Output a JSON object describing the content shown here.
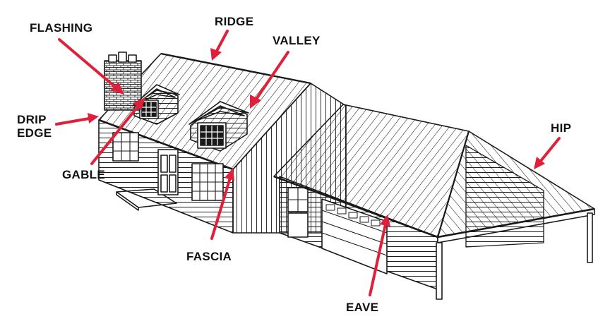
{
  "labels": {
    "flashing": "FLASHING",
    "ridge": "RIDGE",
    "valley": "VALLEY",
    "drip_edge_line1": "DRIP",
    "drip_edge_line2": "EDGE",
    "gable": "GABLE",
    "fascia": "FASCIA",
    "eave": "EAVE",
    "hip": "HIP"
  },
  "colors": {
    "arrow": "#e0203a",
    "line": "#1a1a1a",
    "background": "#ffffff"
  },
  "icons": [
    "arrow-icon"
  ]
}
